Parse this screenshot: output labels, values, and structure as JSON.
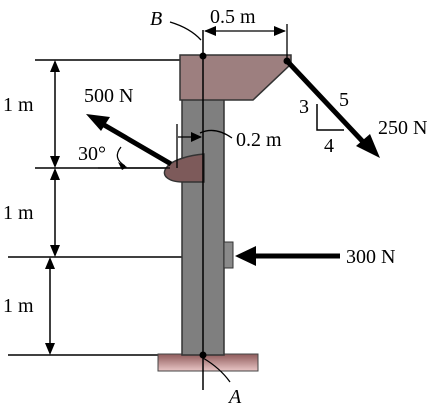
{
  "labels": {
    "point_b": "B",
    "point_a": "A",
    "dim_top": "0.5 m",
    "dim_offset": "0.2 m",
    "dim_1": "1 m",
    "dim_2": "1 m",
    "dim_3": "1 m",
    "force_500": "500 N",
    "force_250": "250 N",
    "force_300": "300 N",
    "angle": "30°",
    "slope_3": "3",
    "slope_4": "4",
    "slope_5": "5"
  }
}
